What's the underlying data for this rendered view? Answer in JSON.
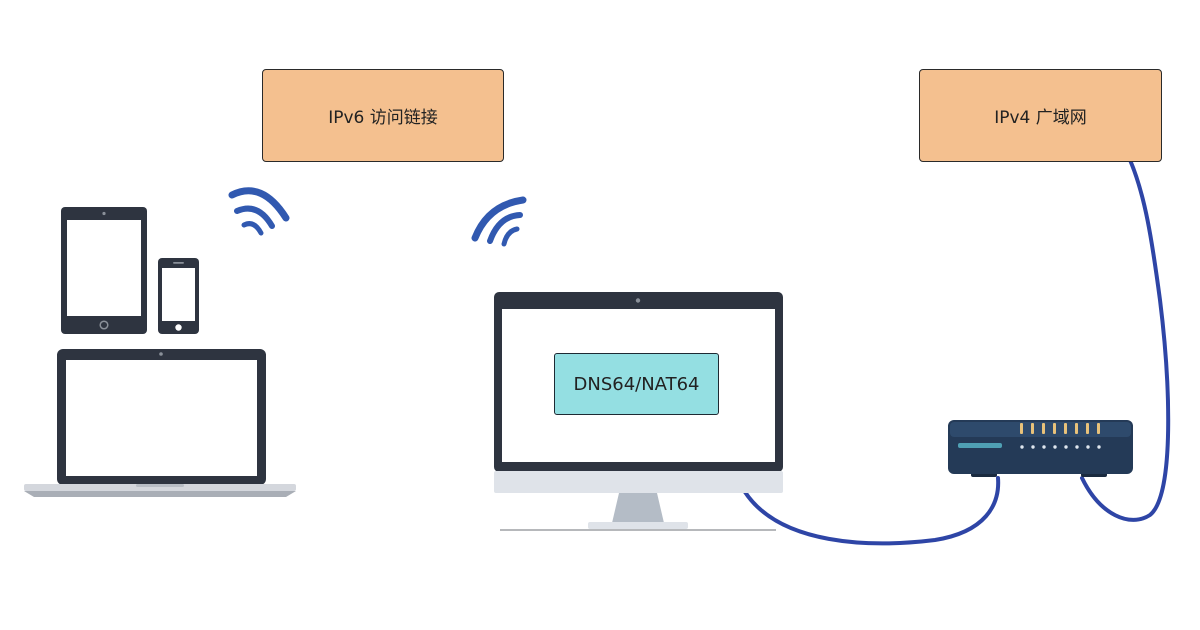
{
  "labels": {
    "ipv6_access": "IPv6 访问链接",
    "ipv4_wan": "IPv4 广域网",
    "gateway": "DNS64/NAT64"
  },
  "icons": {
    "tablet": "tablet-icon",
    "phone": "smartphone-icon",
    "laptop": "laptop-icon",
    "wifi_left": "wifi-signal-icon",
    "wifi_right": "wifi-signal-icon",
    "monitor": "desktop-monitor-icon",
    "router": "router-icon"
  },
  "colors": {
    "box_fill": "#f4c08f",
    "gateway_fill": "#94dfe2",
    "device_dark": "#2e3440",
    "cable": "#2e45a6",
    "wifi": "#3159b0",
    "router_body": "#243a57",
    "router_led": "#e8c27a"
  }
}
